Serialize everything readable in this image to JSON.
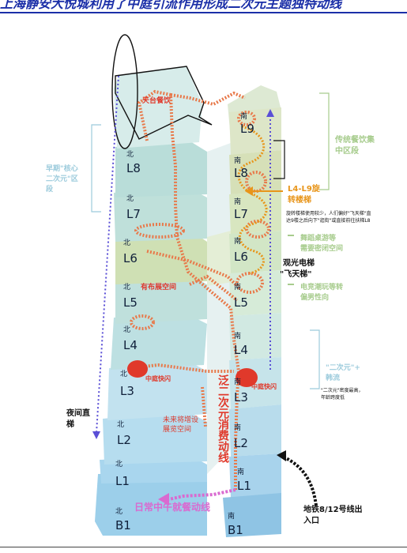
{
  "title": "上海静安大悦城利用了中庭引流作用形成二次元主题独特动线",
  "north_label": "北",
  "south_label": "南",
  "floors_north": [
    "L8",
    "L7",
    "L6",
    "L5",
    "L4",
    "L3",
    "L2",
    "L1",
    "B1"
  ],
  "floors_south": [
    "L9",
    "L8",
    "L7",
    "L6",
    "L5",
    "L4",
    "L3",
    "L2",
    "L1",
    "B1"
  ],
  "labels": {
    "rooftop_dining": "天台餐饮",
    "atrium_event_space": "有布展空间",
    "atrium_flash_north": "中庭快闪",
    "atrium_flash_south": "中庭快闪",
    "future_exhibition_line1": "未来将增设",
    "future_exhibition_line2": "展览空间",
    "night_elevator_line1": "夜间直",
    "night_elevator_line2": "梯",
    "early_core_line1": "早期\"核心",
    "early_core_line2": "二次元\"区",
    "early_core_line3": "段",
    "traditional_dining_line1": "传统餐饮集",
    "traditional_dining_line2": "中区段",
    "spiral_escalator_line1": "L4-L9旋",
    "spiral_escalator_line2": "转楼梯",
    "spiral_note_line1": "旋转楼梯使用较少，人们偏好\"飞天梯\"直",
    "spiral_note_line2": "达9楼之后向下\"逛街\"或直接前往扶梯L8",
    "dance_games_line1": "舞蹈桌游等",
    "dance_games_line2": "需要密闭空间",
    "sightseeing_elevator_line1": "观光电梯",
    "sightseeing_elevator_line2": "\"飞天梯\"",
    "electronic_trends_line1": "电竞潮玩等转",
    "electronic_trends_line2": "偏男性向",
    "acg_hanliu_line1": "\"二次元\"+",
    "acg_hanliu_line2": "韩流",
    "acg_note_line1": "\"二次元\"密度最高，",
    "acg_note_line2": "年龄跨度低",
    "pan_acg_flow": "泛二次元消费动线",
    "daily_lunch_flow": "日常中午就餐动线",
    "metro_line1": "地铁8/12号线出",
    "metro_line2": "入口"
  },
  "colors": {
    "title_blue": "#1b2fa8",
    "flow_orange": "#e8794a",
    "flow_red": "#e0392b",
    "lunch_pink": "#d96ad0",
    "elevator_purple": "#5a4fd6",
    "spiral_orange": "#e8951a",
    "green_annotation": "#a7cc8d",
    "blue_annotation": "#9ccbdc",
    "building_teal": "#b9ddd9",
    "building_green": "#cfe0b4",
    "building_blue": "#a8d3ec"
  }
}
